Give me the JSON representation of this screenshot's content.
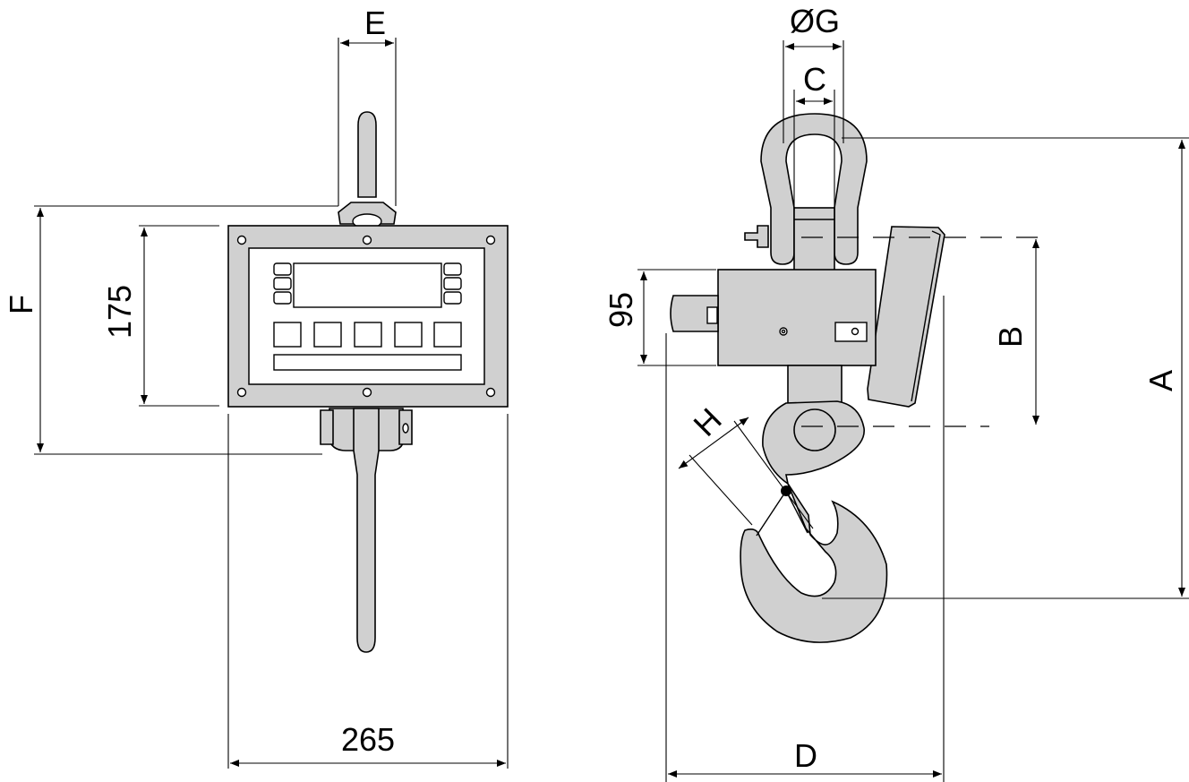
{
  "labels": {
    "e": "E",
    "f": "F",
    "height_175": "175",
    "width_265": "265",
    "g": "ØG",
    "c": "C",
    "a": "A",
    "b": "B",
    "d": "D",
    "h": "H",
    "h95": "95"
  }
}
